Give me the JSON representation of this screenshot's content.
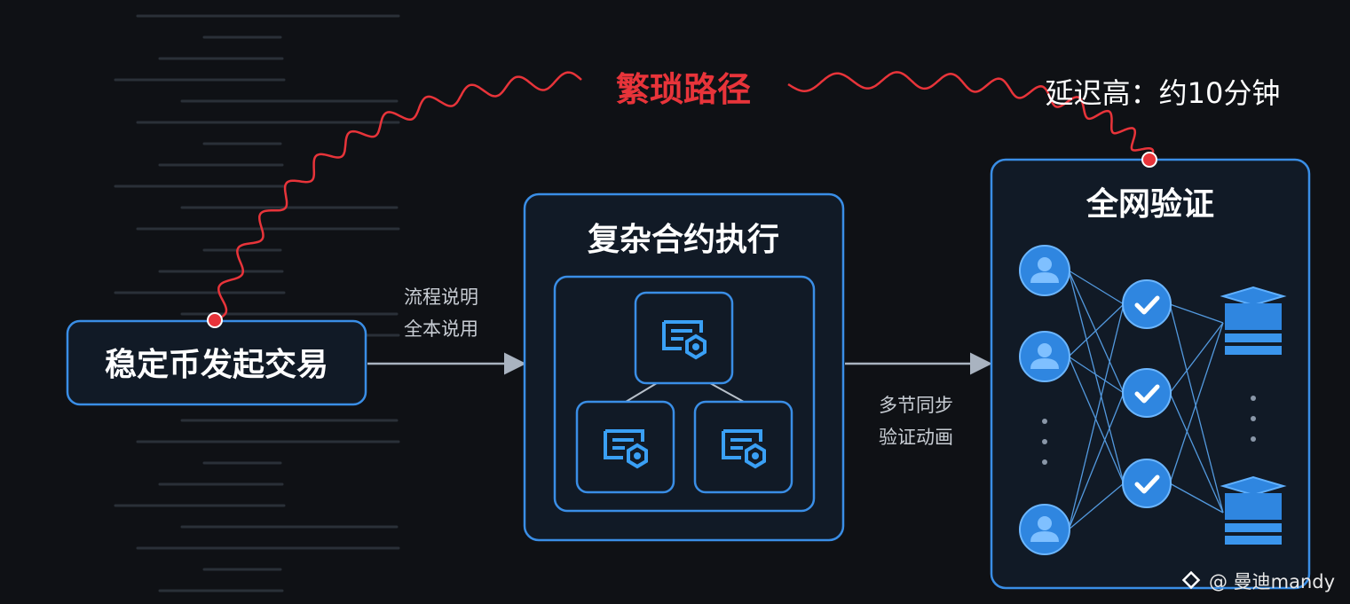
{
  "source": {
    "label": "稳定币发起交易"
  },
  "arrow1": {
    "line1": "流程说明",
    "line2": "全本说用"
  },
  "contract": {
    "title": "复杂合约执行"
  },
  "arrow2": {
    "line1": "多节同步",
    "line2": "验证动画"
  },
  "network": {
    "title": "全网验证"
  },
  "path": {
    "label": "繁琐路径",
    "latency": "延迟高：约10分钟"
  },
  "watermark": {
    "text": "@ 曼迪mandy"
  },
  "colors": {
    "accent": "#3a8ee6",
    "red": "#e8343a",
    "node": "#2f86e0"
  }
}
